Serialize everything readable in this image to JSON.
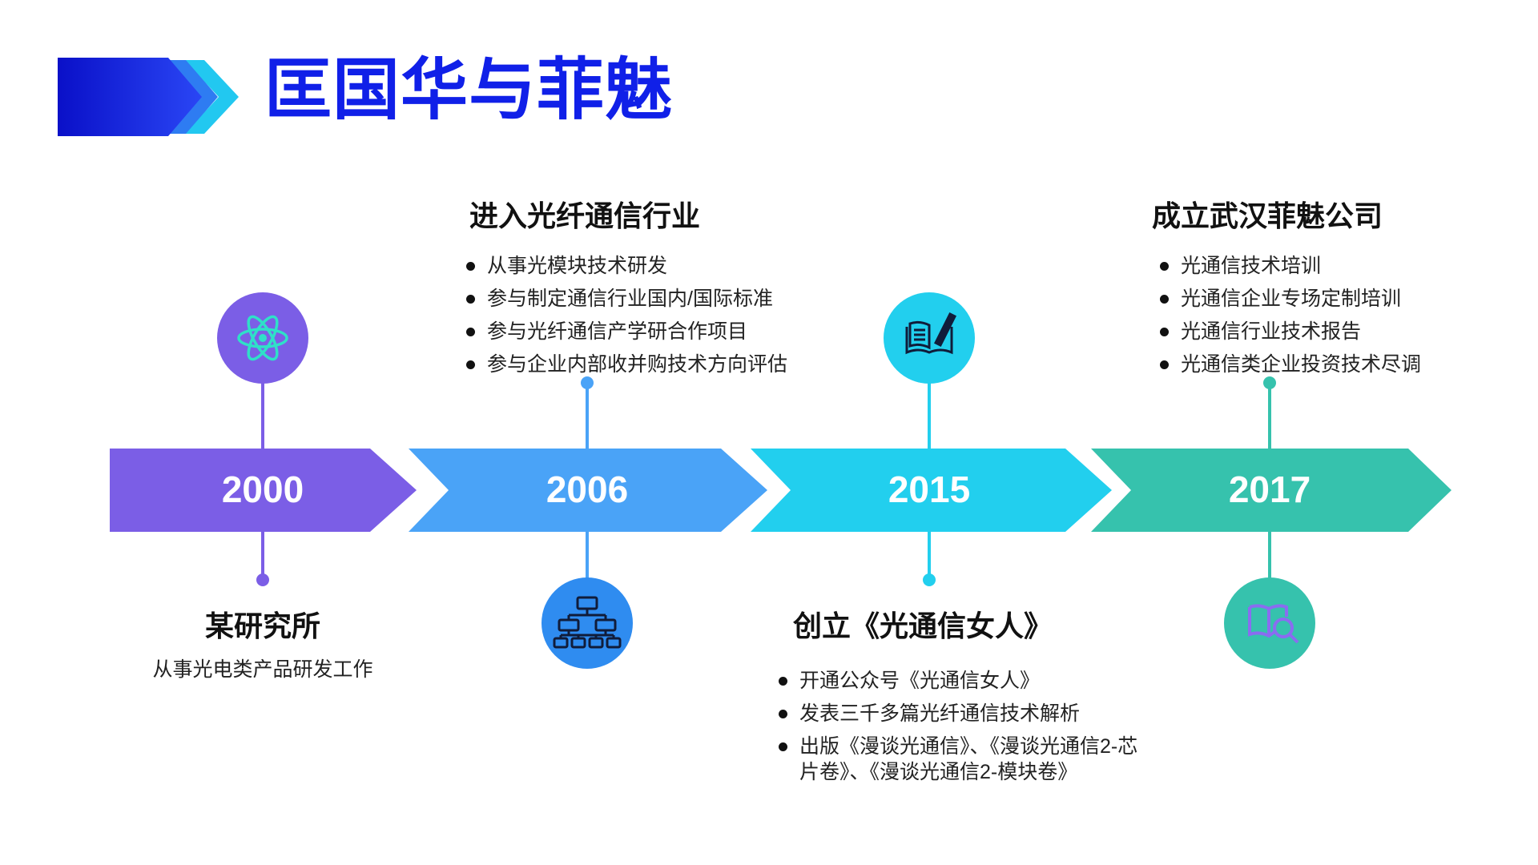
{
  "title": "匡国华与菲魅",
  "colors": {
    "title": "#1020e8",
    "stage_2000": "#7b5ee6",
    "stage_2006": "#4aa3f7",
    "stage_2015": "#22cfee",
    "stage_2017": "#36c2ad"
  },
  "timeline": [
    {
      "year": "2000",
      "heading": "某研究所",
      "subtext": "从事光电类产品研发工作",
      "bullets": [],
      "icon": "atom-icon"
    },
    {
      "year": "2006",
      "heading": "进入光纤通信行业",
      "bullets": [
        "从事光模块技术研发",
        "参与制定通信行业国内/国际标准",
        "参与光纤通信产学研合作项目",
        "参与企业内部收并购技术方向评估"
      ],
      "icon": "hierarchy-icon"
    },
    {
      "year": "2015",
      "heading": "创立《光通信女人》",
      "bullets": [
        "开通公众号《光通信女人》",
        "发表三千多篇光纤通信技术解析",
        "出版《漫谈光通信》、《漫谈光通信2-芯片卷》、《漫谈光通信2-模块卷》"
      ],
      "icon": "book-pen-icon"
    },
    {
      "year": "2017",
      "heading": "成立武汉菲魅公司",
      "bullets": [
        "光通信技术培训",
        "光通信企业专场定制培训",
        "光通信行业技术报告",
        "光通信类企业投资技术尽调"
      ],
      "icon": "book-search-icon"
    }
  ]
}
